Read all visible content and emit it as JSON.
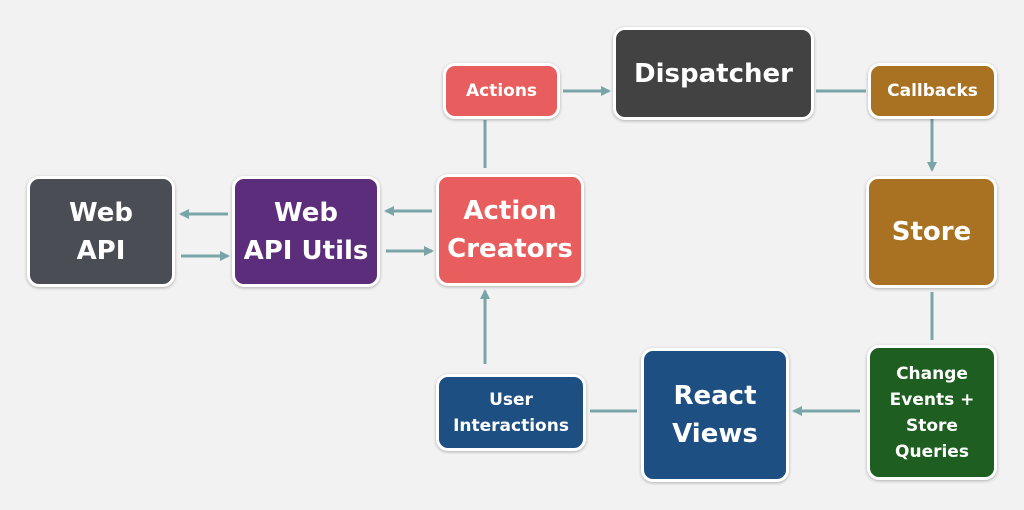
{
  "colors": {
    "background": "#f2f2f2",
    "connector": "#7aa5a8",
    "web_api": "#4a4e54",
    "web_api_utils": "#5c2d7a",
    "action_creators": "#e85e5e",
    "actions": "#e85e5e",
    "dispatcher": "#424242",
    "callbacks": "#a87222",
    "store": "#a87222",
    "change_events": "#1f5e21",
    "react_views": "#1e4f82",
    "user_interactions": "#1e4f82"
  },
  "nodes": {
    "web_api": "Web\nAPI",
    "web_api_utils": "Web\nAPI Utils",
    "action_creators": "Action\nCreators",
    "actions": "Actions",
    "dispatcher": "Dispatcher",
    "callbacks": "Callbacks",
    "store": "Store",
    "change_events": "Change\nEvents +\nStore\nQueries",
    "react_views": "React\nViews",
    "user_interactions": "User\nInteractions"
  }
}
